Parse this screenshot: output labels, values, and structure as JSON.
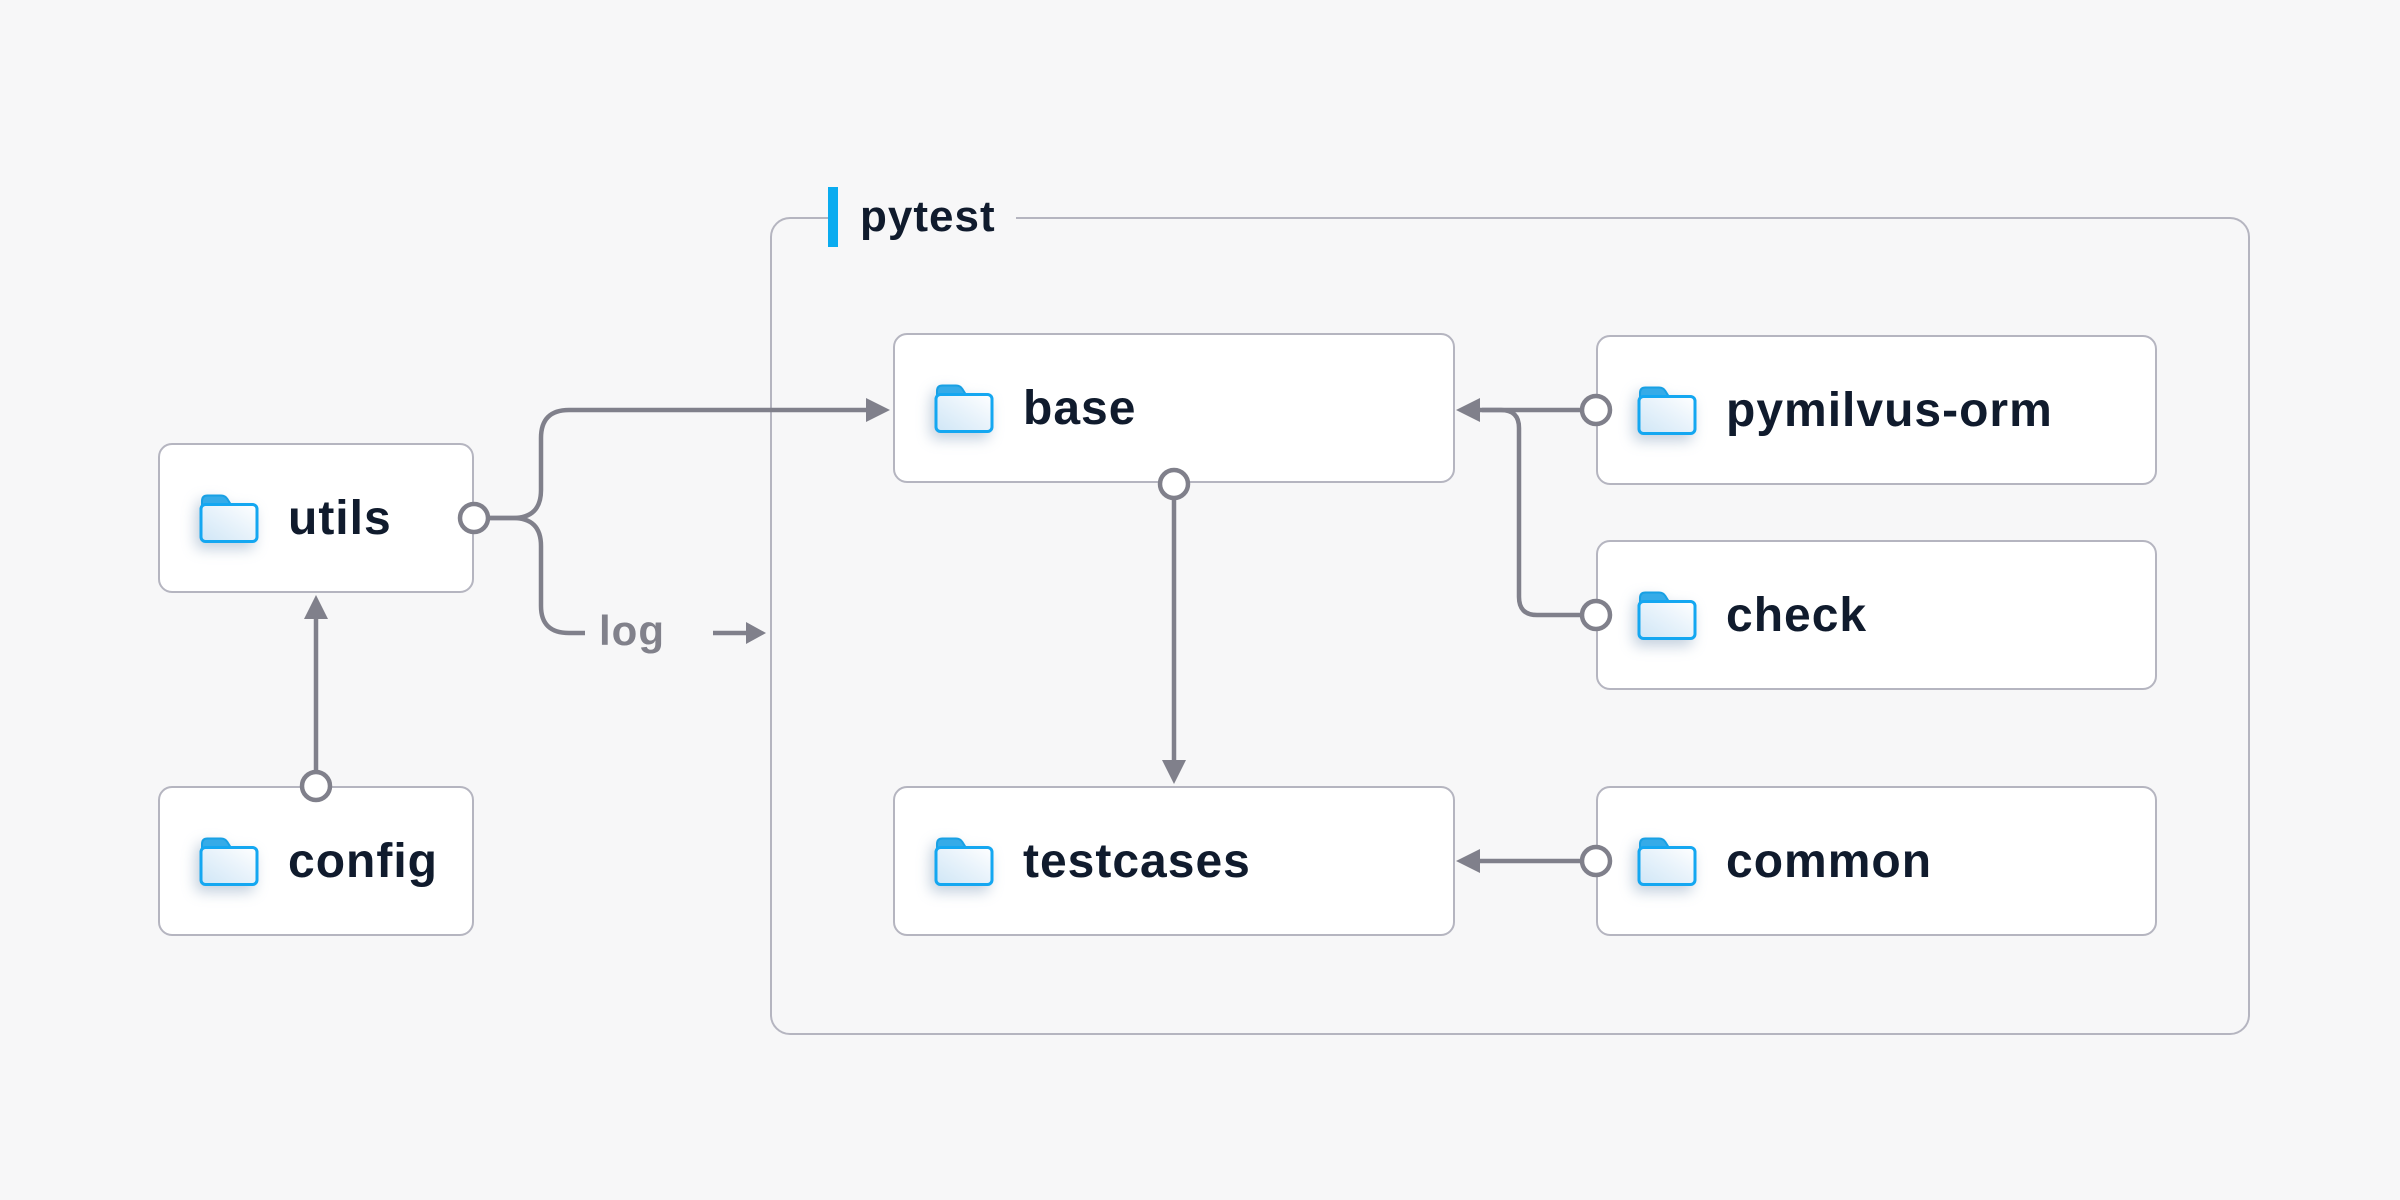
{
  "group": {
    "label": "pytest"
  },
  "edge_label": {
    "text": "log"
  },
  "nodes": {
    "utils": {
      "label": "utils"
    },
    "config": {
      "label": "config"
    },
    "base": {
      "label": "base"
    },
    "pymilvus_orm": {
      "label": "pymilvus-orm"
    },
    "check": {
      "label": "check"
    },
    "testcases": {
      "label": "testcases"
    },
    "common": {
      "label": "common"
    }
  },
  "edges": [
    {
      "from": "config",
      "to": "utils"
    },
    {
      "from": "utils",
      "to": "base"
    },
    {
      "from": "utils",
      "to": "log"
    },
    {
      "from": "pymilvus-orm",
      "to": "base"
    },
    {
      "from": "check",
      "to": "base"
    },
    {
      "from": "base",
      "to": "testcases"
    },
    {
      "from": "common",
      "to": "testcases"
    }
  ],
  "colors": {
    "background": "#f7f7f8",
    "box_border": "#b5b5c0",
    "text_navy": "#101b2d",
    "connector_gray": "#80808b",
    "accent_blue": "#0aacf0",
    "folder_blue": "#14a7f1"
  }
}
